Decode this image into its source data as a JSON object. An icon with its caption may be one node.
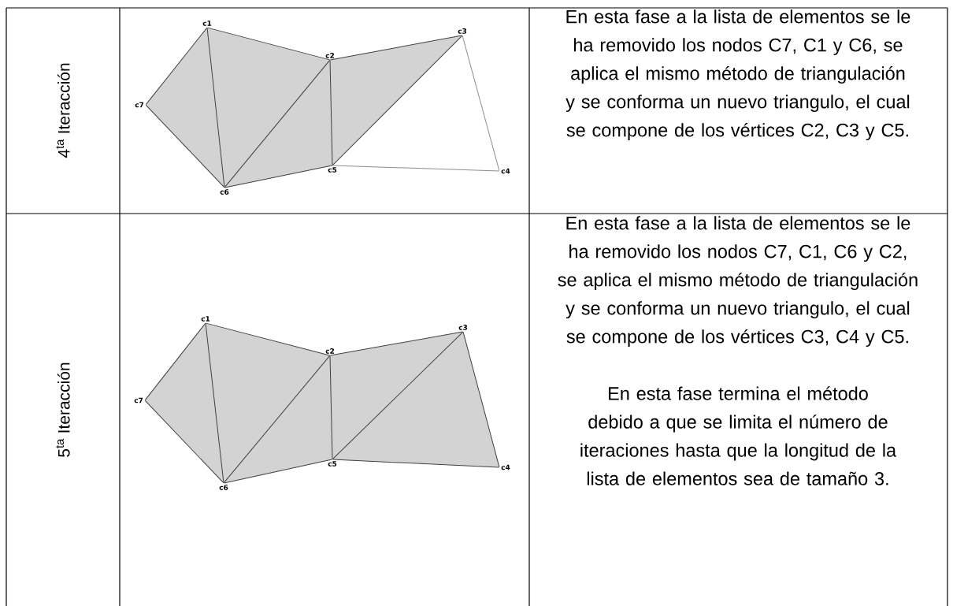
{
  "diagram": {
    "nodes": [
      {
        "text": [
          "c1"
        ]
      },
      {
        "text": [
          "c2"
        ]
      },
      {
        "text": [
          "c3"
        ]
      },
      {
        "text": [
          "c4"
        ]
      },
      {
        "text": [
          "c5"
        ]
      },
      {
        "text": [
          "c6"
        ]
      },
      {
        "text": [
          "c7"
        ]
      },
      {
        "text": [
          "c1"
        ]
      },
      {
        "text": [
          "c2"
        ]
      },
      {
        "text": [
          "c3"
        ]
      },
      {
        "text": [
          "c4"
        ]
      },
      {
        "text": [
          "c5"
        ]
      },
      {
        "text": [
          "c6"
        ]
      },
      {
        "text": [
          "c7"
        ]
      }
    ],
    "edges": [
      {
        "from": 6,
        "to": 0,
        "arrow": "none"
      },
      {
        "from": 0,
        "to": 1,
        "arrow": "none"
      },
      {
        "from": 1,
        "to": 2,
        "arrow": "none"
      },
      {
        "from": 2,
        "to": 3,
        "arrow": "none",
        "color": "#8c8c8c"
      },
      {
        "from": 3,
        "to": 4,
        "arrow": "none",
        "color": "#8c8c8c"
      },
      {
        "from": 4,
        "to": 5,
        "arrow": "none"
      },
      {
        "from": 5,
        "to": 6,
        "arrow": "none"
      },
      {
        "from": 0,
        "to": 5,
        "arrow": "none"
      },
      {
        "from": 5,
        "to": 1,
        "arrow": "none"
      },
      {
        "from": 1,
        "to": 4,
        "arrow": "none"
      },
      {
        "from": 4,
        "to": 2,
        "arrow": "none"
      },
      {
        "from": 13,
        "to": 7,
        "arrow": "none"
      },
      {
        "from": 7,
        "to": 8,
        "arrow": "none"
      },
      {
        "from": 8,
        "to": 9,
        "arrow": "none"
      },
      {
        "from": 9,
        "to": 10,
        "arrow": "none"
      },
      {
        "from": 10,
        "to": 11,
        "arrow": "none"
      },
      {
        "from": 11,
        "to": 12,
        "arrow": "none"
      },
      {
        "from": 12,
        "to": 13,
        "arrow": "none"
      },
      {
        "from": 7,
        "to": 12,
        "arrow": "none"
      },
      {
        "from": 12,
        "to": 8,
        "arrow": "none"
      },
      {
        "from": 8,
        "to": 11,
        "arrow": "none"
      },
      {
        "from": 11,
        "to": 9,
        "arrow": "none"
      }
    ],
    "labels": [
      "4$^{ta}$ Iteracción",
      "En esta fase a la lista de elementos se le ha removido los nodos C7, C1 y C6, se aplica el mismo método de triangulación y se conforma un nuevo triangulo, el cual se compone de los vértices C2, C3 y C5.",
      "5$^{ta}$ Iteracción",
      "En esta fase a la lista de elementos se le ha removido los nodos C7, C1, C6 y C2, se aplica el mismo método de triangulación y se conforma un nuevo triangulo, el cual se compone de los vértices C3, C4 y C5.",
      "En esta fase termina el método debido a que se limita el número de iteraciones hasta que la longitud de la lista de elementos sea de tamaño 3."
    ]
  }
}
